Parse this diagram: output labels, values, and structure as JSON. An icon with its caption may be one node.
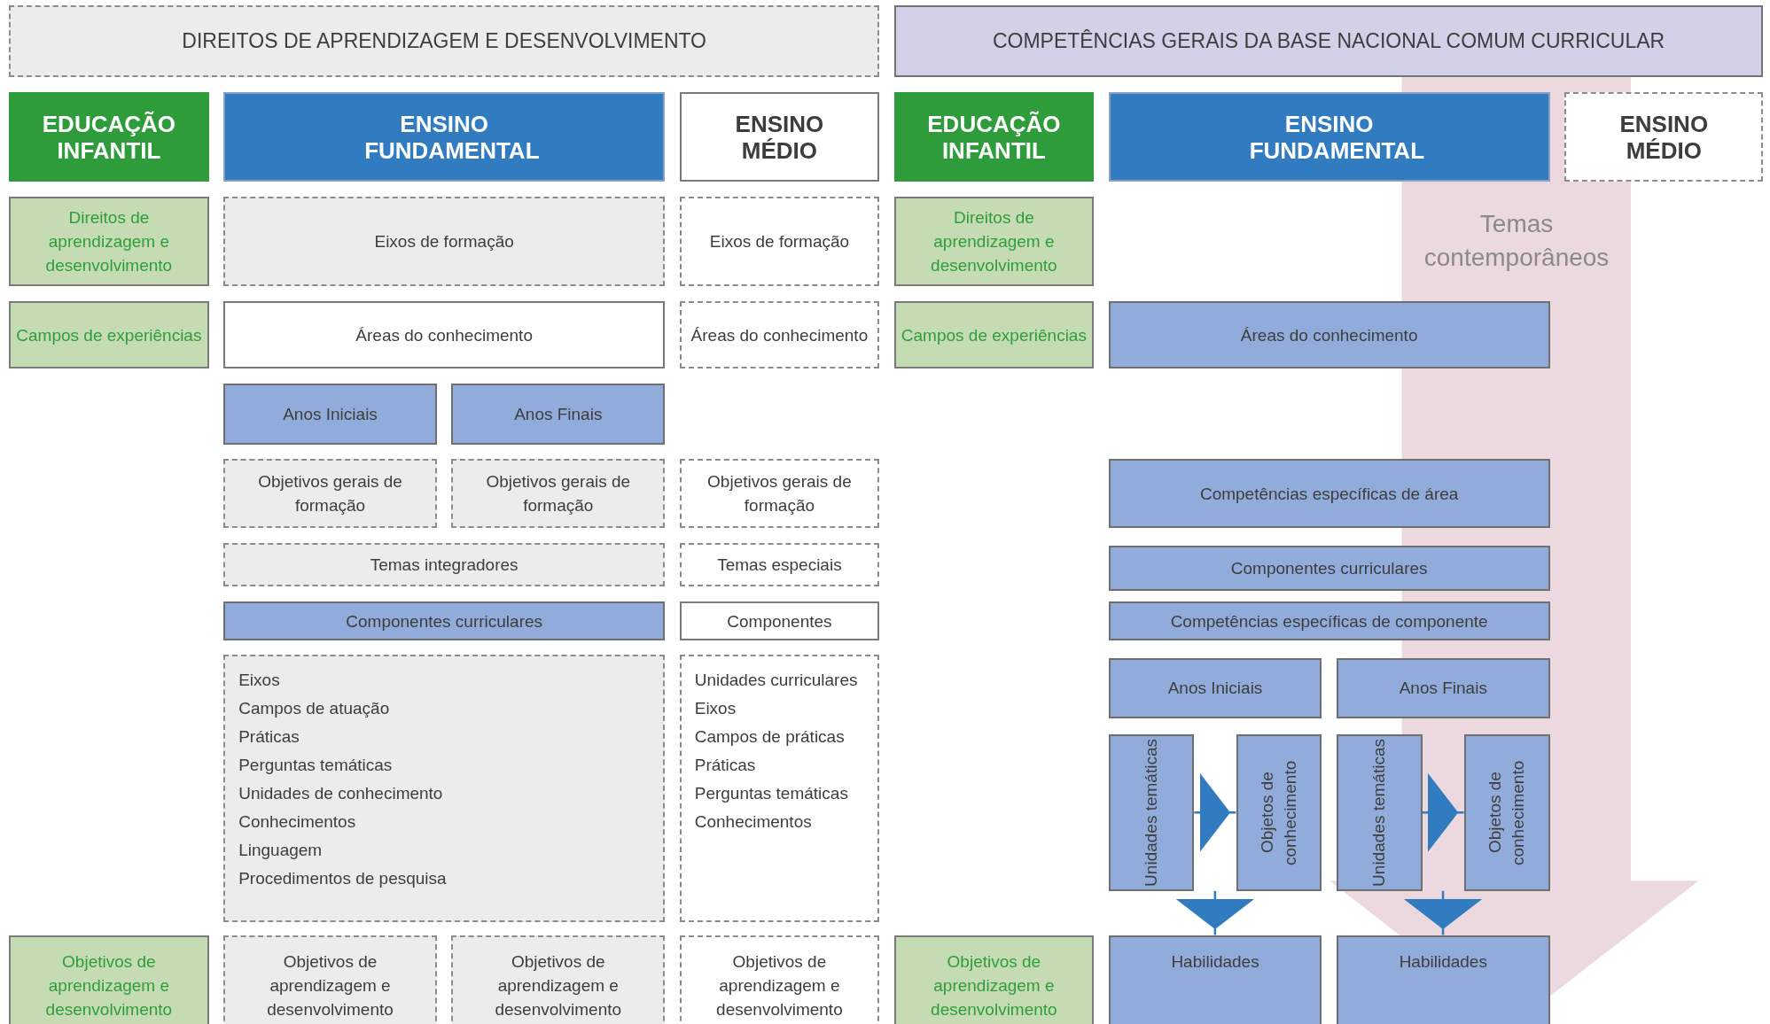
{
  "diagram": {
    "nodes": [
      {
        "text": [
          "DIREITOS DE APRENDIZAGEM E DESENVOLVIMENTO"
        ]
      },
      {
        "text": [
          "COMPETÊNCIAS GERAIS DA BASE NACIONAL COMUM CURRICULAR"
        ]
      },
      {
        "text": [
          "EDUCAÇÃO INFANTIL"
        ]
      },
      {
        "text": [
          "ENSINO FUNDAMENTAL"
        ]
      },
      {
        "text": [
          "ENSINO MÉDIO"
        ]
      },
      {
        "text": [
          "EDUCAÇÃO INFANTIL"
        ]
      },
      {
        "text": [
          "ENSINO FUNDAMENTAL"
        ]
      },
      {
        "text": [
          "ENSINO MÉDIO"
        ]
      },
      {
        "text": [
          "Direitos de aprendizagem e desenvolvimento"
        ]
      },
      {
        "text": [
          "Eixos de formação"
        ]
      },
      {
        "text": [
          "Eixos de formação"
        ]
      },
      {
        "text": [
          "Direitos de aprendizagem e desenvolvimento"
        ]
      },
      {
        "text": [
          "Campos de experiências"
        ]
      },
      {
        "text": [
          "Áreas do conhecimento"
        ]
      },
      {
        "text": [
          "Áreas do conhecimento"
        ]
      },
      {
        "text": [
          "Campos de experiências"
        ]
      },
      {
        "text": [
          "Áreas do conhecimento"
        ]
      },
      {
        "text": [
          "Anos Iniciais"
        ]
      },
      {
        "text": [
          "Anos Finais"
        ]
      },
      {
        "text": [
          "Objetivos gerais de formação"
        ]
      },
      {
        "text": [
          "Objetivos gerais de formação"
        ]
      },
      {
        "text": [
          "Objetivos gerais de formação"
        ]
      },
      {
        "text": [
          "Competências específicas de área"
        ]
      },
      {
        "text": [
          "Temas integradores"
        ]
      },
      {
        "text": [
          "Temas especiais"
        ]
      },
      {
        "text": [
          "Componentes curriculares"
        ]
      },
      {
        "text": [
          "Componentes curriculares"
        ]
      },
      {
        "text": [
          "Componentes"
        ]
      },
      {
        "text": [
          "Competências específicas de componente"
        ]
      },
      {
        "text": [
          "Eixos",
          "Campos de atuação",
          "Práticas",
          "Perguntas temáticas",
          "Unidades de conhecimento",
          "Conhecimentos",
          "Linguagem",
          "Procedimentos de pesquisa"
        ]
      },
      {
        "text": [
          "Unidades curriculares",
          "Eixos",
          "Campos de práticas",
          "Práticas",
          "Perguntas temáticas",
          "Conhecimentos"
        ]
      },
      {
        "text": [
          "Anos Iniciais"
        ]
      },
      {
        "text": [
          "Anos Finais"
        ]
      },
      {
        "text": [
          "Unidades temáticas"
        ]
      },
      {
        "text": [
          "Objetos de conhecimento"
        ]
      },
      {
        "text": [
          "Unidades temáticas"
        ]
      },
      {
        "text": [
          "Objetos de conhecimento"
        ]
      },
      {
        "text": [
          "Objetivos de aprendizagem e desenvolvimento"
        ]
      },
      {
        "text": [
          "Objetivos de aprendizagem e desenvolvimento"
        ]
      },
      {
        "text": [
          "Objetivos de aprendizagem e desenvolvimento"
        ]
      },
      {
        "text": [
          "Objetivos de aprendizagem e desenvolvimento"
        ]
      },
      {
        "text": [
          "Objetivos de aprendizagem e desenvolvimento"
        ]
      },
      {
        "text": [
          "Habilidades"
        ]
      },
      {
        "text": [
          "Habilidades"
        ]
      }
    ],
    "edges": [
      {
        "from": 33,
        "to": 34,
        "arrow": "to"
      },
      {
        "from": 35,
        "to": 36,
        "arrow": "to"
      },
      {
        "from": 33,
        "to": 42,
        "arrow": "to"
      },
      {
        "from": 34,
        "to": 42,
        "arrow": "to"
      },
      {
        "from": 35,
        "to": 43,
        "arrow": "to"
      },
      {
        "from": 36,
        "to": 43,
        "arrow": "to"
      }
    ],
    "labels": [
      "Temas contemporâneos"
    ]
  }
}
